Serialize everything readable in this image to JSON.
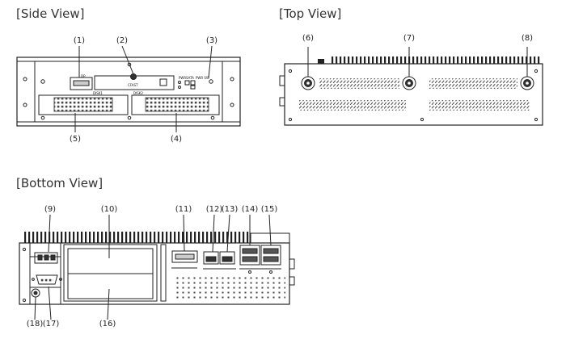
{
  "side_view": {
    "title": "[Side View]",
    "callouts": [
      "(1)",
      "(2)",
      "(3)",
      "(4)",
      "(5)"
    ],
    "labels": {
      "dp": "DP",
      "cfast": "CFAST",
      "disk1": "DISK1",
      "disk2": "DISK2",
      "pwr": "PWR",
      "sata": "SATA",
      "pwrsw": "PWR SW"
    }
  },
  "top_view": {
    "title": "[Top View]",
    "callouts": [
      "(6)",
      "(7)",
      "(8)"
    ]
  },
  "bottom_view": {
    "title": "[Bottom View]",
    "callouts": [
      "(9)",
      "(10)",
      "(11)",
      "(12)",
      "(13)",
      "(14)",
      "(15)",
      "(16)",
      "(17)",
      "(18)"
    ]
  }
}
